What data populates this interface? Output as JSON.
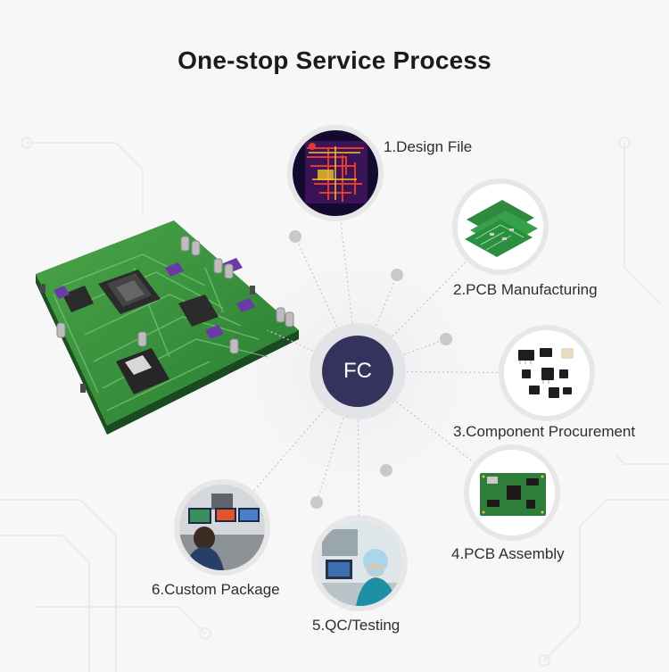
{
  "title": "One-stop Service Process",
  "center": {
    "label": "FC",
    "color": "#33335e"
  },
  "steps": [
    {
      "label": "1.Design File",
      "icon": "pcb-layout-icon"
    },
    {
      "label": "2.PCB Manufacturing",
      "icon": "green-pcb-boards-icon"
    },
    {
      "label": "3.Component Procurement",
      "icon": "electronic-components-icon"
    },
    {
      "label": "4.PCB Assembly",
      "icon": "assembled-board-icon"
    },
    {
      "label": "5.QC/Testing",
      "icon": "qc-technician-icon"
    },
    {
      "label": "6.Custom Package",
      "icon": "workstation-icon"
    }
  ],
  "colors": {
    "title": "#1b1b1b",
    "label": "#2e2e2e",
    "ring": "#e7e7e7",
    "dot": "#c9c9cc",
    "board": "#2f8c3a"
  }
}
